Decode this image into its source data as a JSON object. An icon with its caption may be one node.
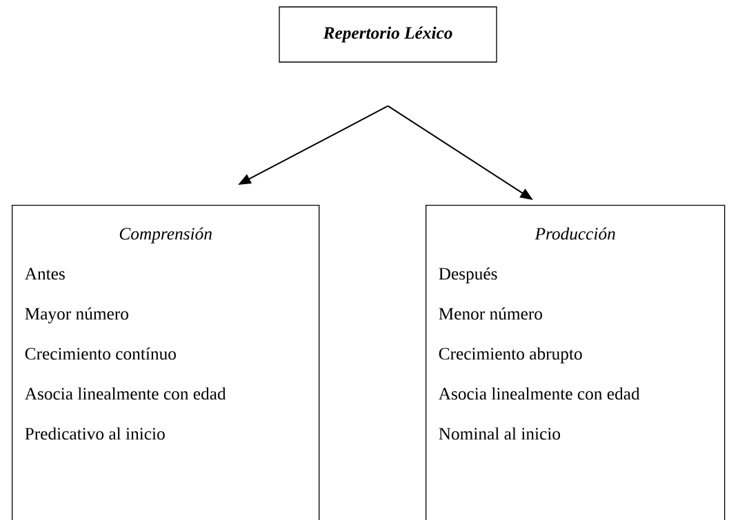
{
  "diagram": {
    "nodes": [
      {
        "text": [
          "Repertorio Léxico"
        ]
      },
      {
        "text": [
          "Comprensión",
          "Antes",
          "Mayor número",
          "Crecimiento contínuo",
          "Asocia linealmente con edad",
          "Predicativo al inicio"
        ]
      },
      {
        "text": [
          "Producción",
          "Después",
          "Menor número",
          "Crecimiento abrupto",
          "Asocia linealmente con edad",
          "Nominal al inicio"
        ]
      }
    ],
    "edges": [
      {
        "from": 0,
        "to": 1,
        "arrow": "to"
      },
      {
        "from": 0,
        "to": 2,
        "arrow": "to"
      }
    ]
  }
}
